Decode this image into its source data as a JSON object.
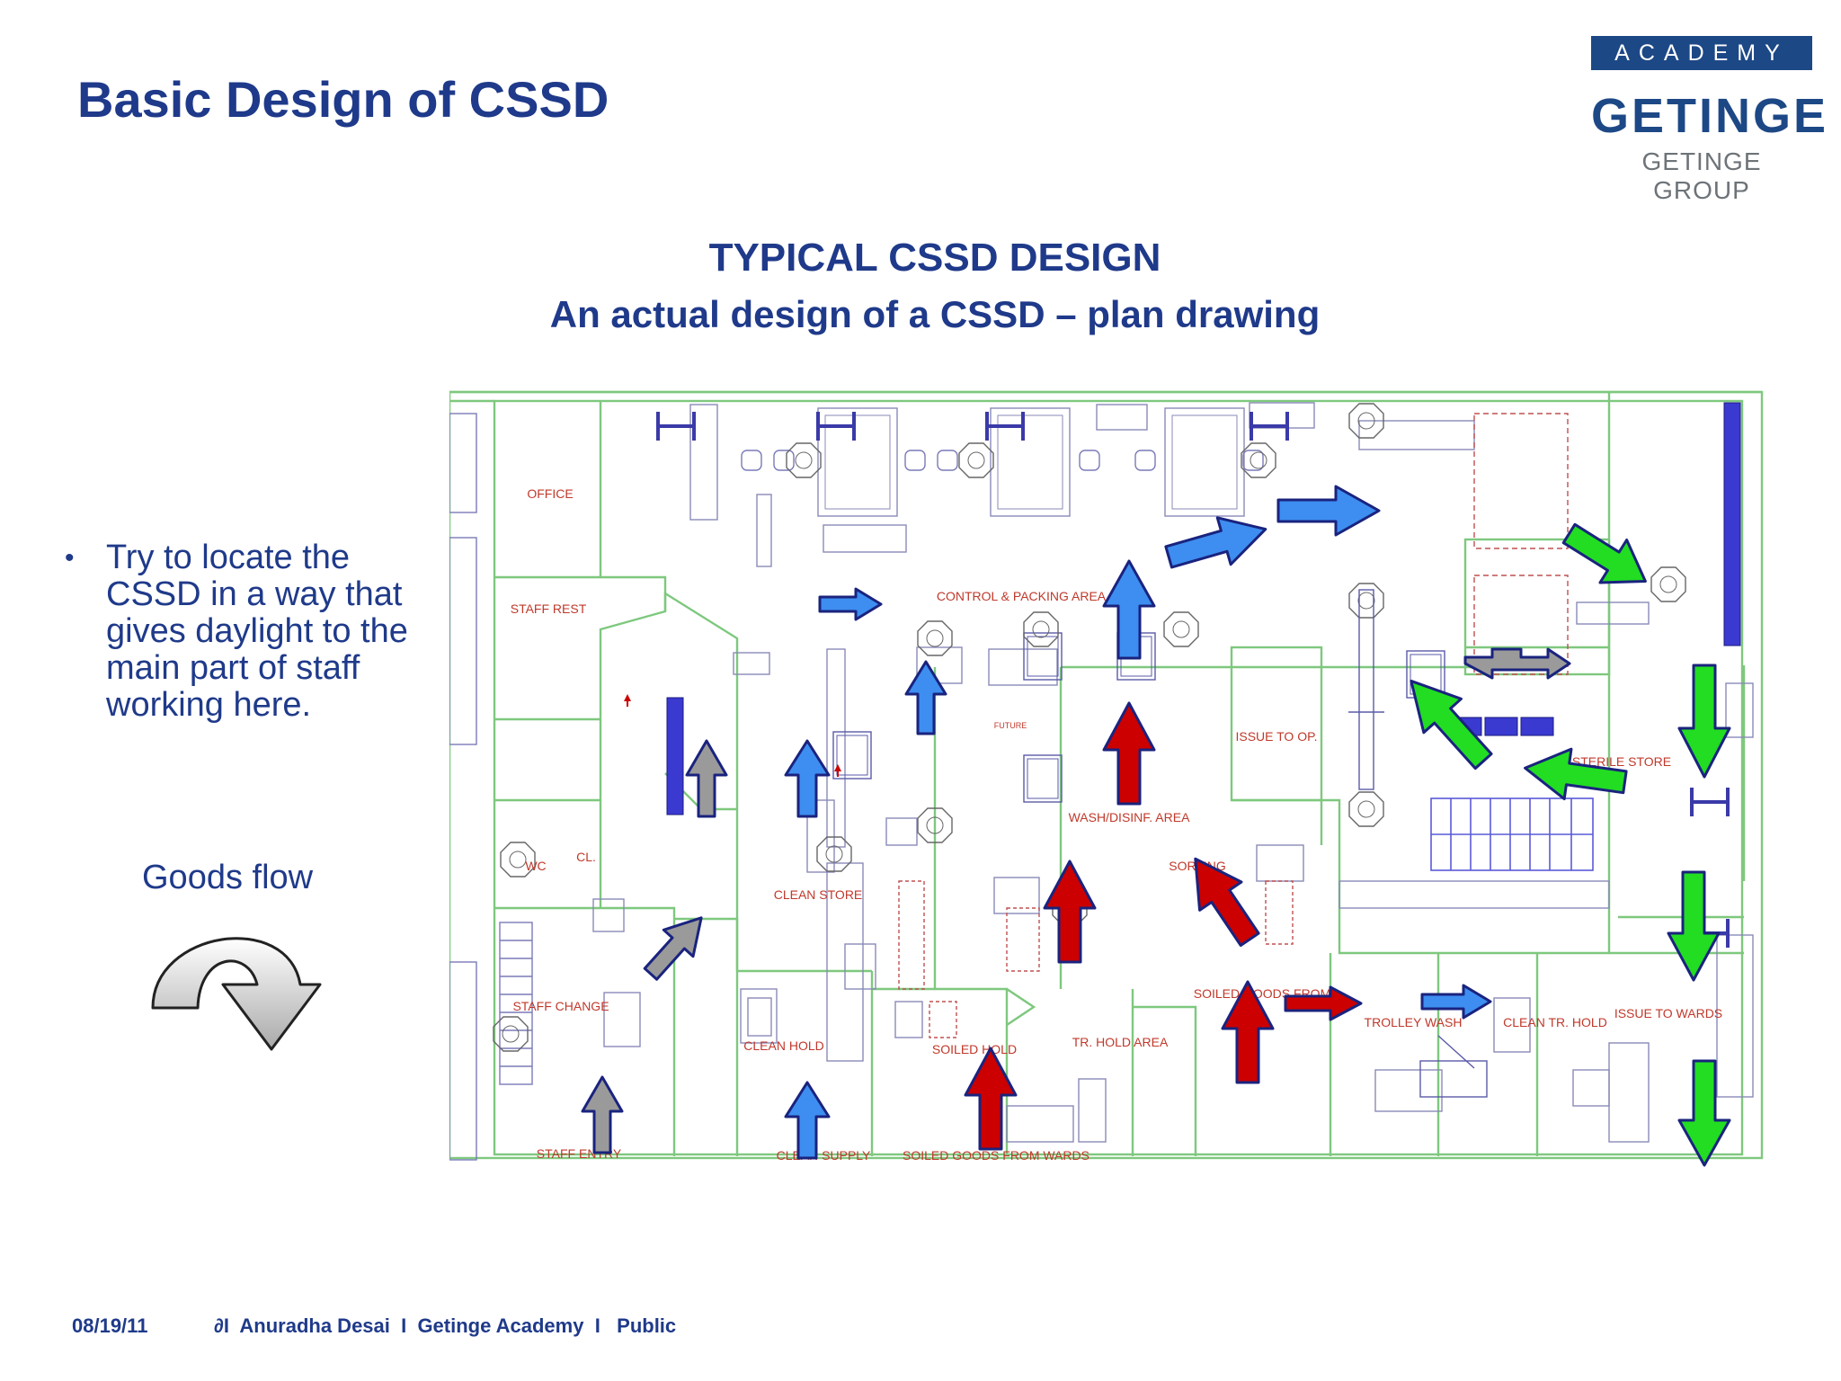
{
  "header": {
    "title": "Basic Design of CSSD",
    "logo": {
      "academy": "ACADEMY",
      "brand": "GETINGE",
      "group": "GETINGE GROUP"
    }
  },
  "diagram": {
    "heading": "TYPICAL CSSD DESIGN",
    "subheading": "An actual design of a CSSD – plan drawing",
    "rooms": {
      "office": "OFFICE",
      "staff_rest": "STAFF REST",
      "wc": "WC",
      "cl": "CL.",
      "staff_change": "STAFF CHANGE",
      "staff_entry": "STAFF ENTRY",
      "clean_store": "CLEAN STORE",
      "clean_hold": "CLEAN HOLD",
      "clean_supply": "CLEAN SUPPLY",
      "soiled_hold": "SOILED HOLD",
      "soiled_goods_from_wards": "SOILED GOODS FROM WARDS",
      "control_packing": "CONTROL & PACKING AREA",
      "future": "FUTURE",
      "wash_disinf": "WASH/DISINF. AREA",
      "sorting": "SORTING",
      "tr_hold": "TR. HOLD AREA",
      "soiled_goods_from": "SOILED GOODS FROM",
      "issue_to_op": "ISSUE TO OP.",
      "trolley_wash": "TROLLEY WASH",
      "clean_tr_hold": "CLEAN TR. HOLD",
      "sterile_store": "STERILE STORE",
      "issue_to_wards": "ISSUE TO WARDS"
    }
  },
  "sidebar": {
    "bullet": "Try to locate the CSSD in a way that gives daylight to the main part of staff working here.",
    "goods_flow_label": "Goods flow"
  },
  "footer": {
    "date": "08/19/11",
    "credit": "∂I  Anuradha Desai  I  Getinge Academy  I   Public"
  },
  "colors": {
    "title": "#1f3a8a",
    "plan_line": "#7ec87e",
    "room_label": "#c0392b",
    "equipment": "#3a3aa8",
    "arrow_gray": "#9a9a9a",
    "arrow_blue": "#3d8ef0",
    "arrow_red": "#cc0000",
    "arrow_green": "#22dd22",
    "arrow_outline": "#1a237e"
  }
}
